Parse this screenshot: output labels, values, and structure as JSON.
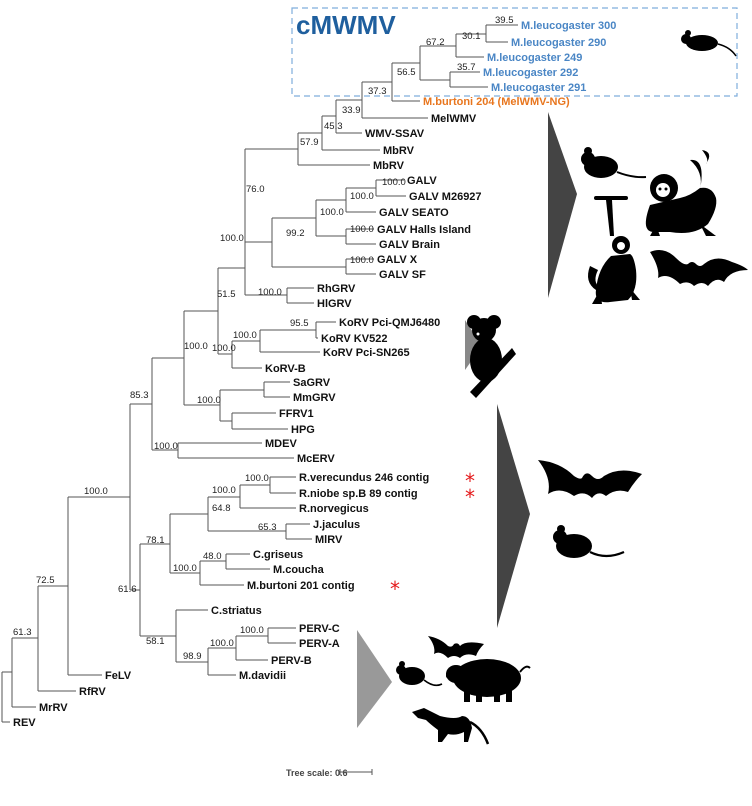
{
  "clade_title": "cMWMV",
  "scale": {
    "label": "Tree scale: 0.6"
  },
  "leaves": {
    "leu300": "M.leucogaster 300",
    "leu290": "M.leucogaster 290",
    "leu249": "M.leucogaster 249",
    "leu292": "M.leucogaster 292",
    "leu291": "M.leucogaster 291",
    "bur204": "M.burtoni 204 (MelWMV-NG)",
    "melwmv": "MelWMV",
    "wmvssav": "WMV-SSAV",
    "mbrv1": "MbRV",
    "mbrv2": "MbRV",
    "galv": "GALV",
    "galvm": "GALV M26927",
    "galvseato": "GALV SEATO",
    "galvhalls": "GALV Halls Island",
    "galvbrain": "GALV Brain",
    "galvx": "GALV X",
    "galvsf": "GALV SF",
    "rhgrv": "RhGRV",
    "hlgrv": "HlGRV",
    "korvqmj": "KoRV Pci-QMJ6480",
    "korvkv": "KoRV KV522",
    "korvsn": "KoRV Pci-SN265",
    "korvb": "KoRV-B",
    "sagrv": "SaGRV",
    "mmgrv": "MmGRV",
    "ffrv": "FFRV1",
    "hpg": "HPG",
    "mdev": "MDEV",
    "mcerv": "McERV",
    "rver": "R.verecundus 246 contig",
    "rnio": "R.niobe sp.B 89 contig",
    "rnor": "R.norvegicus",
    "jjac": "J.jaculus",
    "mirv": "MlRV",
    "cgri": "C.griseus",
    "mcou": "M.coucha",
    "mbur201": "M.burtoni 201 contig",
    "cstr": "C.striatus",
    "pervc": "PERV-C",
    "perva": "PERV-A",
    "pervb": "PERV-B",
    "mdav": "M.davidii",
    "felv": "FeLV",
    "rfrv": "RfRV",
    "mrrv": "MrRV",
    "rev": "REV"
  },
  "support": {
    "s395": "39.5",
    "s301": "30.1",
    "s672": "67.2",
    "s357": "35.7",
    "s565": "56.5",
    "s373": "37.3",
    "s339": "33.9",
    "s453": "45.3",
    "s579": "57.9",
    "s760": "76.0",
    "g1": "100.0",
    "g2": "100.0",
    "g3": "100.0",
    "s992": "99.2",
    "g4": "100.0",
    "s1000a": "100.0",
    "s1000b": "100.0",
    "s515": "51.5",
    "s955": "95.5",
    "k1": "100.0",
    "k2": "100.0",
    "k3": "100.0",
    "sa1": "100.0",
    "sa2": "100.0",
    "s853": "85.3",
    "md": "100.0",
    "root100": "100.0",
    "r1": "100.0",
    "r2": "100.0",
    "s648": "64.8",
    "s653": "65.3",
    "s781": "78.1",
    "s480": "48.0",
    "c1": "100.0",
    "s725": "72.5",
    "s616": "61.6",
    "p1": "100.0",
    "p2": "100.0",
    "s581": "58.1",
    "s989": "98.9",
    "s613": "61.3"
  },
  "stars": [
    "*",
    "*",
    "*"
  ]
}
